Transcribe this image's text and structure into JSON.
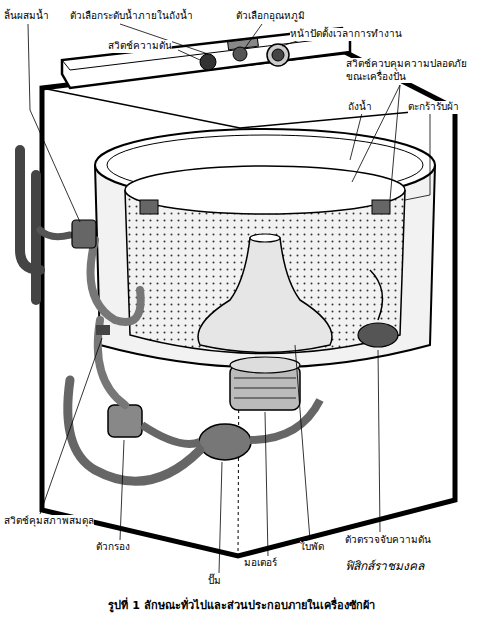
{
  "diagram": {
    "caption": "รูปที่ 1 ลักษณะทั่วไปและส่วนประกอบภายในเครื่องซักผ้า",
    "labels": [
      "ลิ้นผสมน้ำ",
      "ตัวเลือกระดับน้ำภายในถังน้ำ",
      "ตัวเลือกอุณหภูมิ",
      "สวิตช์ความดัน",
      "หน้าปัดตั้งเวลาการทำงาน",
      "สวิตช์ควบคุมความปลอดภัย ขณะเครื่องปั่น",
      "ถังน้ำ",
      "ตะกร้ารับผ้า",
      "สวิตช์คุมสภาพสมดุล",
      "ตัวกรอง",
      "ปั๊ม",
      "มอเตอร์",
      "ใบพัด",
      "ตัวตรวจจับความดัน",
      "ฟิสิกส์ราชมงคล"
    ]
  }
}
